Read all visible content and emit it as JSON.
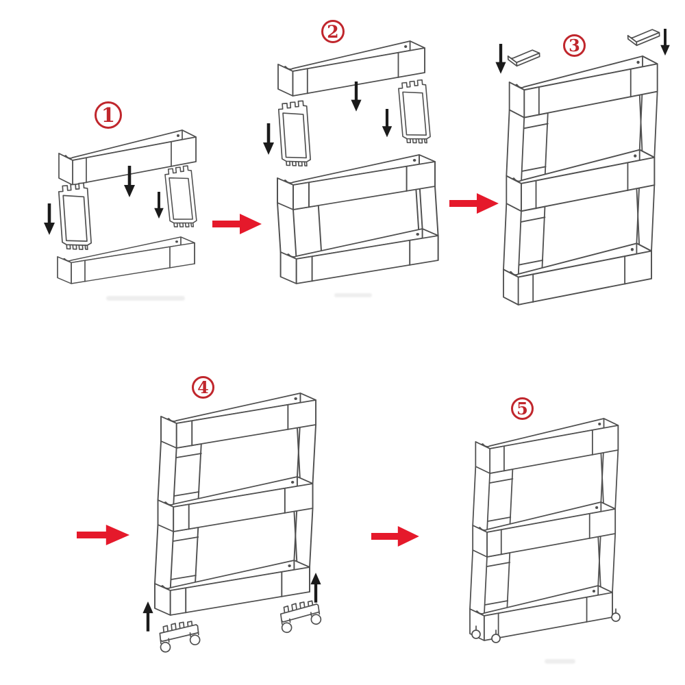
{
  "page": {
    "background": "#ffffff",
    "kind": "assembly-instruction-diagram"
  },
  "colors": {
    "page-bg": "#ffffff",
    "line-color": "#4f4f4f",
    "badge-red": "#c0262c",
    "red-arrow": "#e5192b",
    "black-arrow": "#1b1b1b"
  },
  "steps": [
    {
      "label": "1",
      "parts": [
        "shelf-board",
        "side-connector-panel",
        "side-connector-panel",
        "shelf-board"
      ],
      "down_arrows": 3,
      "up_arrows": 0
    },
    {
      "label": "2",
      "parts": [
        "shelf-board",
        "side-connector-panel",
        "side-connector-panel",
        "single-tier-frame"
      ],
      "down_arrows": 3,
      "up_arrows": 0
    },
    {
      "label": "3",
      "parts": [
        "corner-cap",
        "corner-cap",
        "three-tier-frame"
      ],
      "down_arrows": 2,
      "up_arrows": 0
    },
    {
      "label": "4",
      "parts": [
        "three-tier-frame",
        "caster-assembly",
        "caster-assembly"
      ],
      "down_arrows": 0,
      "up_arrows": 2
    },
    {
      "label": "5",
      "parts": [
        "three-tier-frame-with-casters"
      ],
      "down_arrows": 0,
      "up_arrows": 0
    }
  ],
  "flow": {
    "direction": "left-to-right",
    "connector": "red-arrow",
    "connector_count": 4
  }
}
